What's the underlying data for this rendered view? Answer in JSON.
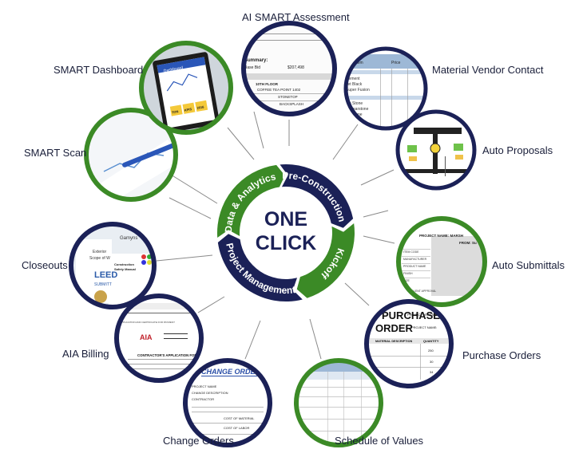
{
  "hub": {
    "line1": "ONE",
    "line2": "CLICK"
  },
  "cycle": [
    {
      "label": "Pre-Construction",
      "color": "#1b2157"
    },
    {
      "label": "Kickoff",
      "color": "#3b8a26"
    },
    {
      "label": "Project Management",
      "color": "#1b2157"
    },
    {
      "label": "Data & Analytics",
      "color": "#3b8a26"
    }
  ],
  "nodes": [
    {
      "label": "AI SMART Assessment",
      "ring": "#1b2157"
    },
    {
      "label": "Material Vendor Contact",
      "ring": "#1b2157"
    },
    {
      "label": "Auto Proposals",
      "ring": "#1b2157"
    },
    {
      "label": "Auto Submittals",
      "ring": "#3b8a26"
    },
    {
      "label": "Purchase Orders",
      "ring": "#1b2157"
    },
    {
      "label": "Schedule of Values",
      "ring": "#3b8a26"
    },
    {
      "label": "Change Orders",
      "ring": "#1b2157"
    },
    {
      "label": "AIA Billing",
      "ring": "#1b2157"
    },
    {
      "label": "Closeouts",
      "ring": "#1b2157"
    },
    {
      "label": "SMART Scan",
      "ring": "#3b8a26"
    },
    {
      "label": "SMART Dashboard",
      "ring": "#3b8a26"
    }
  ],
  "thumb_text": {
    "assessment": [
      "Summary:",
      "Base Bid",
      "$207,498",
      "10TH FLOOR",
      "COFFEE TEA POINT 1402",
      "STONETOP",
      "BACKSPLASH"
    ],
    "vendor": [
      "Item",
      "Price",
      "Cement",
      "Jet Black",
      "Super Fusion",
      "Ice Stone",
      "Caesarstone",
      "Silestone",
      "Cambria"
    ],
    "submittal": [
      "PROJECT NAME: MARSH",
      "FROM: Su",
      "ITEM CODE",
      "MANUFACTURER",
      "PRODUCT NAME",
      "FINISH",
      "SIZE",
      "EQUIVALENT APPROVAL"
    ],
    "po": [
      "PURCHASE",
      "ORDER",
      "PROJECT VERSION 2",
      "PROJECT NAME:",
      "MATERIAL DESCRIPTION",
      "QUANTITY",
      "250",
      "30",
      "34"
    ],
    "change": [
      "CHANGE ORDER",
      "PROJECT NAME",
      "CHANGE DESCRIPTION",
      "CONTRACTOR",
      "COST OF MATERIAL",
      "COST OF LABOR"
    ],
    "aia": [
      "AIA",
      "CONTRACTOR'S APPLICATION FOR PA",
      "APPLICATION AND CERTIFICATE FOR PAYMENT"
    ],
    "closeout": [
      "Exterior",
      "Scope of W",
      "Gamyns",
      "LEED",
      "SUBMITT",
      "Construction",
      "Safety Manual"
    ],
    "dashboard": [
      "Dashboard",
      "TON",
      "KPIS",
      "2016"
    ]
  }
}
